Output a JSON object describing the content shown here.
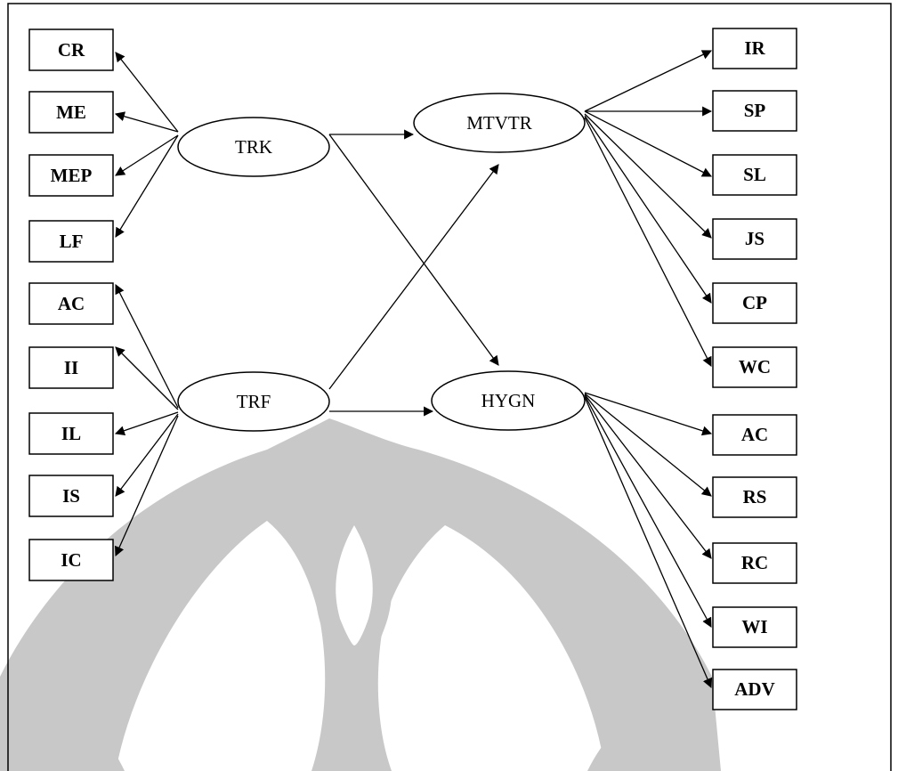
{
  "constructs": {
    "trk": "TRK",
    "trf": "TRF",
    "mtvtr": "MTVTR",
    "hygn": "HYGN"
  },
  "indicators": {
    "trk": [
      "CR",
      "ME",
      "MEP",
      "LF"
    ],
    "trf": [
      "AC",
      "II",
      "IL",
      "IS",
      "IC"
    ],
    "mtvtr": [
      "IR",
      "SP",
      "SL",
      "JS",
      "CP",
      "WC"
    ],
    "hygn": [
      "AC",
      "RS",
      "RC",
      "WI",
      "ADV"
    ]
  },
  "colors": {
    "line": "#000000",
    "background": "#ffffff",
    "watermark": "#c8c8c8"
  }
}
